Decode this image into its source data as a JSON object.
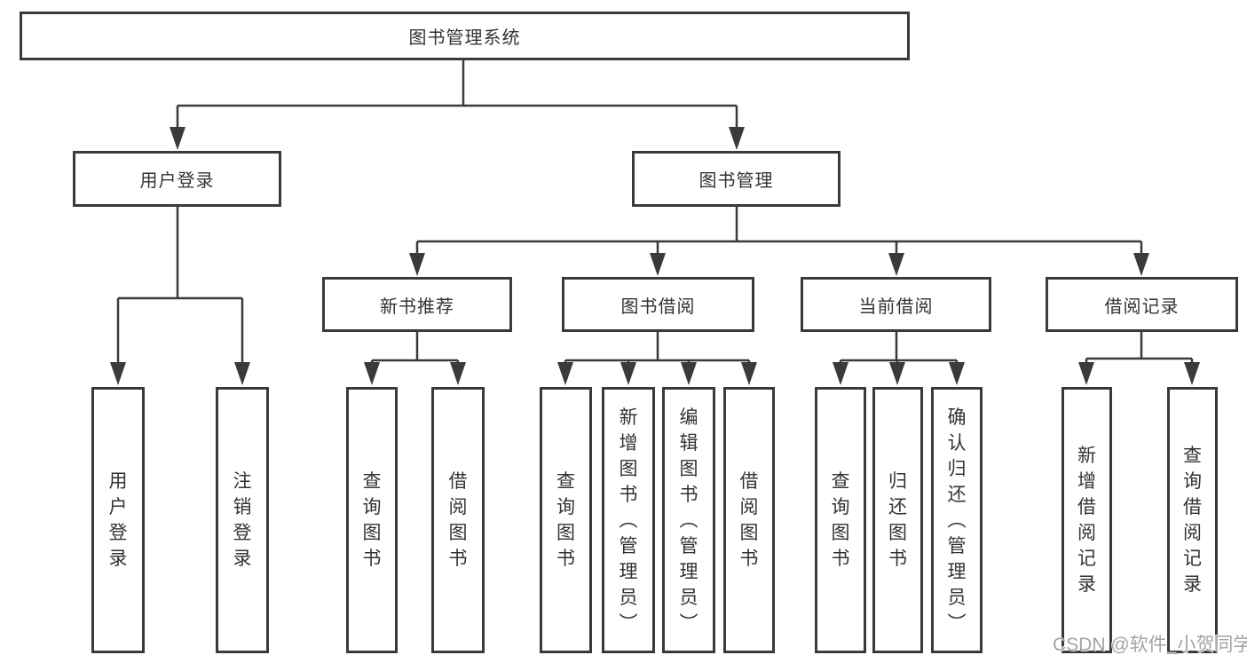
{
  "diagram_title": "图书管理系统",
  "colors": {
    "line": "#3a3a3a",
    "box_border": "#3a3a3a",
    "text": "#333333",
    "watermark": "#a3a3a3",
    "background": "#ffffff"
  },
  "nodes": {
    "root": {
      "label": "图书管理系统",
      "parent": null
    },
    "user_login": {
      "label": "用户登录",
      "parent": "root"
    },
    "book_management": {
      "label": "图书管理",
      "parent": "root"
    },
    "user_login_action": {
      "label": "用户登录",
      "parent": "user_login"
    },
    "logout_action": {
      "label": "注销登录",
      "parent": "user_login"
    },
    "new_book_recommend": {
      "label": "新书推荐",
      "parent": "book_management"
    },
    "book_borrowing": {
      "label": "图书借阅",
      "parent": "book_management"
    },
    "current_borrowing": {
      "label": "当前借阅",
      "parent": "book_management"
    },
    "borrowing_records": {
      "label": "借阅记录",
      "parent": "book_management"
    },
    "nbr_query_books": {
      "label": "查询图书",
      "parent": "new_book_recommend"
    },
    "nbr_borrow_books": {
      "label": "借阅图书",
      "parent": "new_book_recommend"
    },
    "bb_query_books": {
      "label": "查询图书",
      "parent": "book_borrowing"
    },
    "bb_add_books": {
      "label": "新增图书（管理员）",
      "parent": "book_borrowing"
    },
    "bb_edit_books": {
      "label": "编辑图书（管理员）",
      "parent": "book_borrowing"
    },
    "bb_borrow_books": {
      "label": "借阅图书",
      "parent": "book_borrowing"
    },
    "cb_query_books": {
      "label": "查询图书",
      "parent": "current_borrowing"
    },
    "cb_return_books": {
      "label": "归还图书",
      "parent": "current_borrowing"
    },
    "cb_confirm_return": {
      "label": "确认归还（管理员）",
      "parent": "current_borrowing"
    },
    "br_add_record": {
      "label": "新增借阅记录",
      "parent": "borrowing_records"
    },
    "br_query_record": {
      "label": "查询借阅记录",
      "parent": "borrowing_records"
    }
  },
  "watermark": {
    "text": "CSDN @软件_小贺同学"
  }
}
